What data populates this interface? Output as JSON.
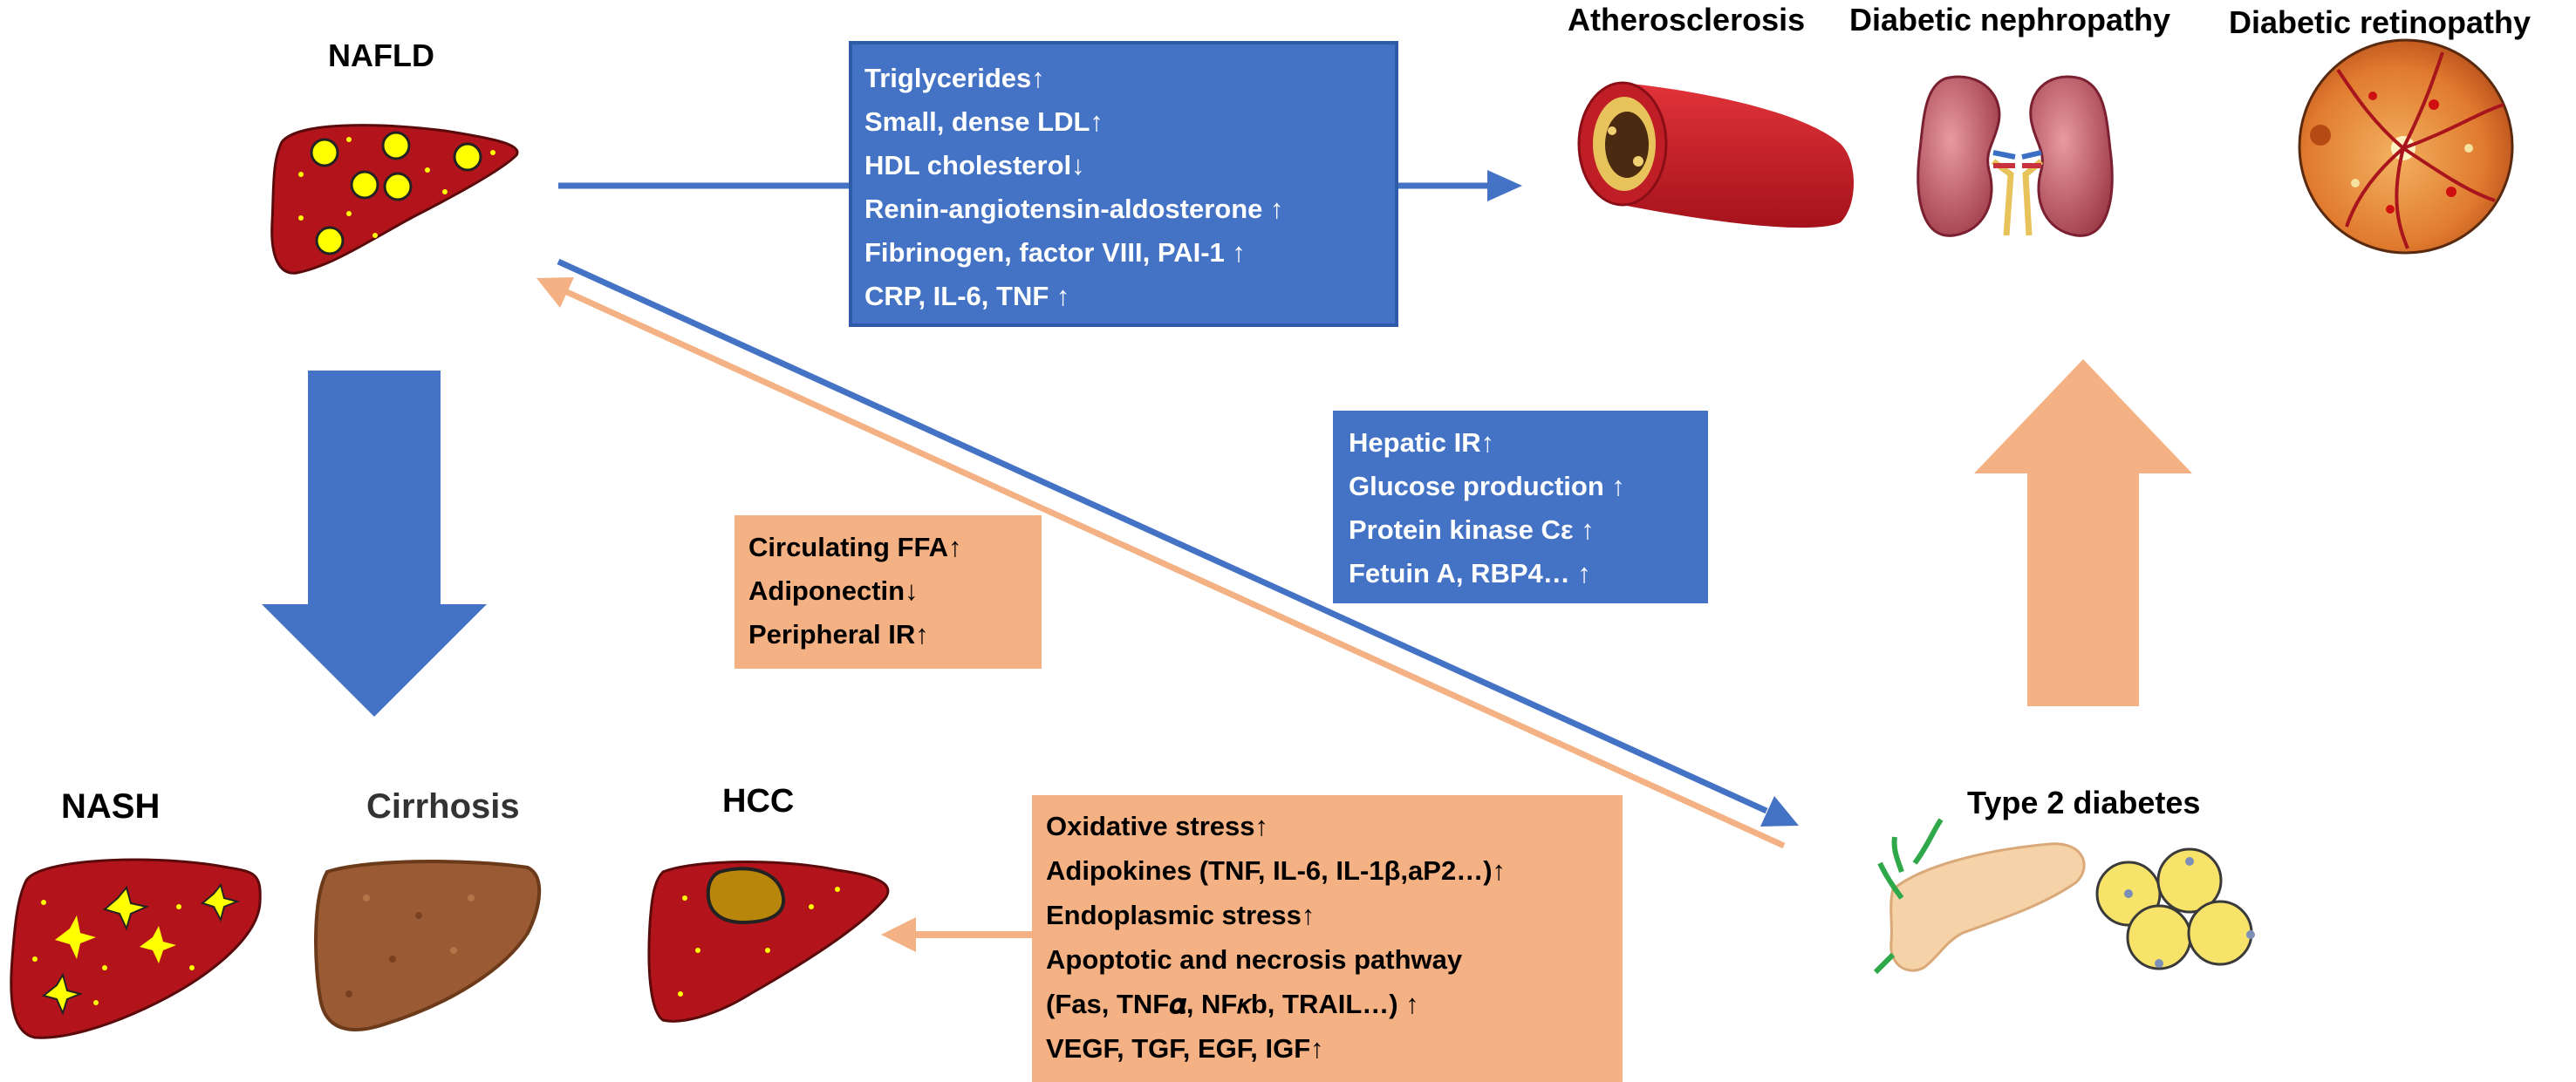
{
  "labels": {
    "nafld": "NAFLD",
    "nash": "NASH",
    "cirrhosis": "Cirrhosis",
    "hcc": "HCC",
    "atherosclerosis": "Atherosclerosis",
    "diabetic_nephropathy": "Diabetic nephropathy",
    "diabetic_retinopathy": "Diabetic retinopathy",
    "type2_diabetes": "Type 2 diabetes"
  },
  "boxes": {
    "lipid_markers": [
      "Triglycerides↑",
      "Small, dense LDL↑",
      "HDL cholesterol↓",
      "Renin-angiotensin-aldosterone ↑",
      "Fibrinogen, factor VIII, PAI-1 ↑",
      "CRP, IL-6, TNF ↑"
    ],
    "hepatic_ir": [
      "Hepatic IR↑",
      "Glucose production ↑",
      "Protein kinase Cε ↑",
      "Fetuin A, RBP4… ↑"
    ],
    "peripheral": [
      "Circulating FFA↑",
      "Adiponectin↓",
      "Peripheral IR↑"
    ],
    "stress": [
      "Oxidative stress↑",
      "Adipokines (TNF, IL-6, IL-1β,aP2…)↑",
      "Endoplasmic stress↑",
      "Apoptotic and necrosis pathway",
      "(Fas, TNF𝜶, NF𝜅b, TRAIL…) ↑",
      "VEGF, TGF, EGF, IGF↑"
    ]
  },
  "colors": {
    "blue": "#4472c4",
    "orange": "#f4b183",
    "liver_red": "#b3141c",
    "fat_yellow": "#ffff00",
    "cirrhosis_brown": "#9a5a33",
    "tumor": "#b8860b"
  },
  "icons": {
    "nafld": "fatty-liver-icon",
    "nash": "inflamed-liver-icon",
    "cirrhosis": "cirrhotic-liver-icon",
    "hcc": "tumor-liver-icon",
    "atherosclerosis": "artery-icon",
    "nephropathy": "kidneys-icon",
    "retinopathy": "retina-icon",
    "diabetes": "pancreas-adipocytes-icon"
  }
}
